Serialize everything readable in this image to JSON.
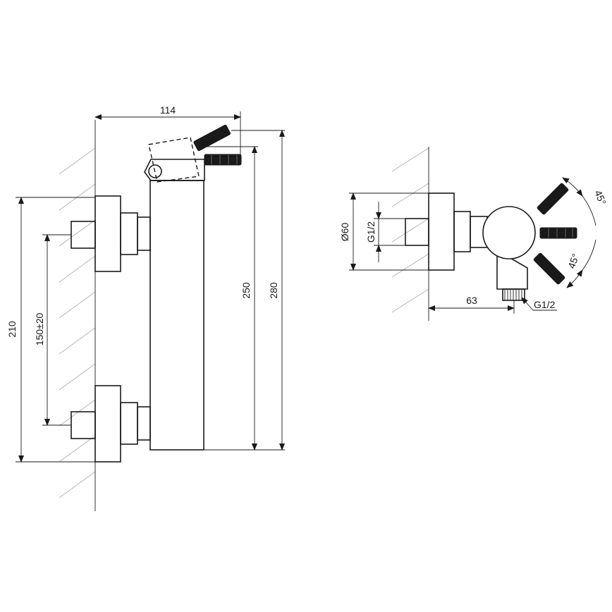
{
  "dimensions": {
    "width_top": "114",
    "height_210": "210",
    "center_distance": "150±20",
    "height_250": "250",
    "height_280": "280",
    "diameter": "Ø60",
    "thread_inlet": "G1/2",
    "outlet_offset": "63",
    "thread_outlet": "G1/2",
    "angle_upper": "45°",
    "angle_lower": "45°"
  }
}
